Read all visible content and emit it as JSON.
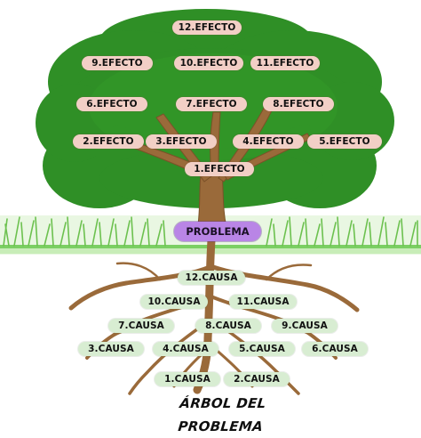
{
  "diagram": {
    "problem": "PROBLEMA",
    "title": "ÁRBOL DEL PROBLEMA",
    "effects": [
      "12.EFECTO",
      "9.EFECTO",
      "10.EFECTO",
      "11.EFECTO",
      "6.EFECTO",
      "7.EFECTO",
      "8.EFECTO",
      "2.EFECTO",
      "3.EFECTO",
      "4.EFECTO",
      "5.EFECTO",
      "1.EFECTO"
    ],
    "causes": [
      "12.CAUSA",
      "10.CAUSA",
      "11.CAUSA",
      "7.CAUSA",
      "8.CAUSA",
      "9.CAUSA",
      "3.CAUSA",
      "4.CAUSA",
      "5.CAUSA",
      "6.CAUSA",
      "1.CAUSA",
      "2.CAUSA"
    ]
  }
}
